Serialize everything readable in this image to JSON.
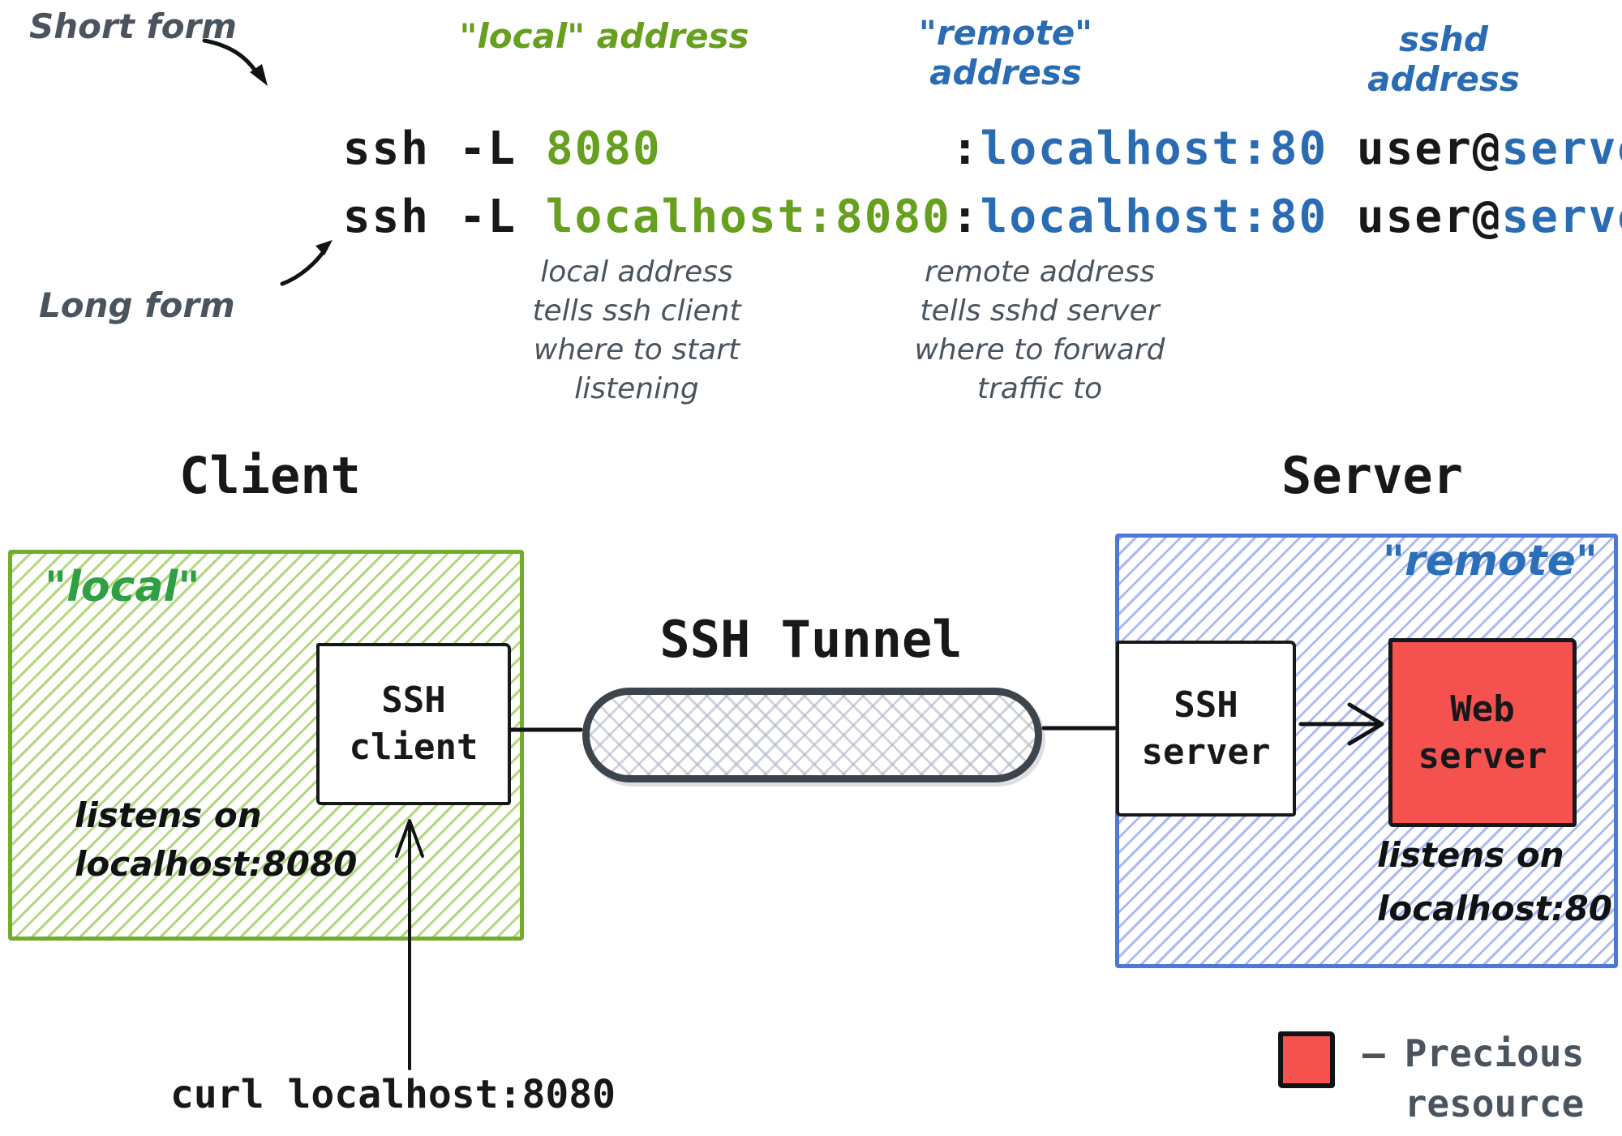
{
  "colors": {
    "ink": "#16181a",
    "gray": "#4a545e",
    "green": "#66a01e",
    "green-deep": "#2f9e44",
    "green-border": "#73ac2c",
    "green-hatch": "rgba(134,197,55,0.65)",
    "blue": "#2a6cb3",
    "blue-tag": "#2b6fb8",
    "blue-border": "#4c79d6",
    "blue-hatch": "rgba(101,129,233,0.55)",
    "red": "#f4514f",
    "tunnel-border": "#3c444c",
    "tunnel-hatch": "rgba(168,175,187,0.55)"
  },
  "top": {
    "short_form_label": "Short form",
    "long_form_label": "Long form",
    "headers": {
      "local": "\"local\" address",
      "remote": "\"remote\" address",
      "sshd": "sshd address"
    },
    "commands": {
      "line1": {
        "prefix": "ssh -L ",
        "local": "8080",
        "gap": "          ",
        "colon": ":",
        "remote": "localhost:80",
        "user": " user@",
        "server": "server"
      },
      "line2": {
        "prefix": "ssh -L ",
        "local": "localhost:8080",
        "colon": ":",
        "remote": "localhost:80",
        "user": " user@",
        "server": "server"
      }
    },
    "notes": {
      "local": [
        "local address",
        "tells ssh client",
        "where to start",
        "listening"
      ],
      "remote": [
        "remote address",
        "tells sshd server",
        "where to forward",
        "traffic to"
      ]
    }
  },
  "diagram": {
    "client": {
      "title": "Client",
      "tag": "\"local\"",
      "ssh_box_line1": "SSH",
      "ssh_box_line2": "client",
      "listens_line1": "listens on",
      "listens_line2": "localhost:8080"
    },
    "tunnel": {
      "label": "SSH Tunnel"
    },
    "server": {
      "title": "Server",
      "tag": "\"remote\"",
      "ssh_box_line1": "SSH",
      "ssh_box_line2": "server",
      "web_box_line1": "Web",
      "web_box_line2": "server",
      "listens_line1": "listens on",
      "listens_line2": "localhost:80"
    },
    "curl_command": "curl localhost:8080"
  },
  "legend": {
    "dash": "–",
    "line1": "Precious",
    "line2": "resource"
  }
}
